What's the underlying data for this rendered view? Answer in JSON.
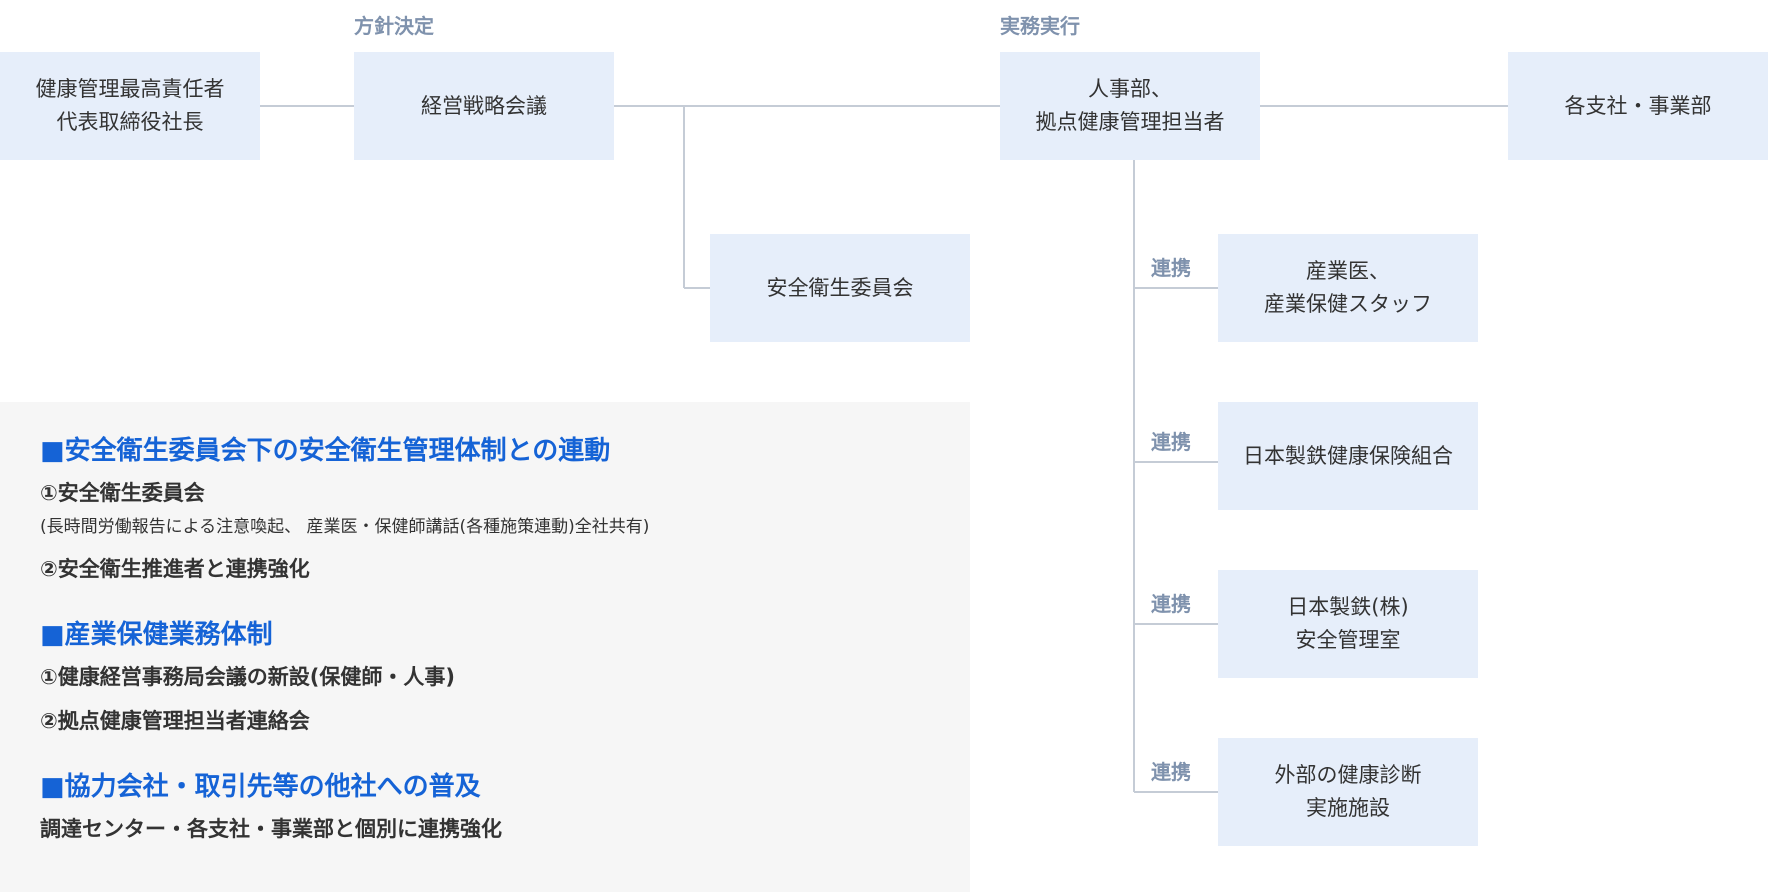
{
  "phases": {
    "policy": "方針決定",
    "execution": "実務実行"
  },
  "boxes": {
    "chief": [
      "健康管理最高責任者",
      "代表取締役社長"
    ],
    "strategy": [
      "経営戦略会議"
    ],
    "safety_committee": [
      "安全衛生委員会"
    ],
    "hr": [
      "人事部、",
      "拠点健康管理担当者"
    ],
    "branches": [
      "各支社・事業部"
    ],
    "occupational": [
      "産業医、",
      "産業保健スタッフ"
    ],
    "insurance": [
      "日本製鉄健康保険組合"
    ],
    "safety_office": [
      "日本製鉄(株)",
      "安全管理室"
    ],
    "checkup": [
      "外部の健康診断",
      "実施施設"
    ]
  },
  "link_label": "連携",
  "panel": {
    "sections": [
      {
        "title": "■安全衛生委員会下の安全衛生管理体制との連動",
        "items": [
          {
            "text": "①安全衛生委員会",
            "note": "(長時間労働報告による注意喚起、 産業医・保健師講話(各種施策連動)全社共有)"
          },
          {
            "text": "②安全衛生推進者と連携強化"
          }
        ]
      },
      {
        "title": "■産業保健業務体制",
        "items": [
          {
            "text": "①健康経営事務局会議の新設(保健師・人事)"
          },
          {
            "text": "②拠点健康管理担当者連絡会"
          }
        ]
      },
      {
        "title": "■協力会社・取引先等の他社への普及",
        "items": [
          {
            "text": "調達センター・各支社・事業部と個別に連携強化"
          }
        ]
      }
    ]
  },
  "colors": {
    "box_bg": "#e6eefa",
    "line": "#c5ccd6",
    "phase_text": "#7f92ad",
    "section_title": "#1563d6",
    "panel_bg": "#f6f6f6"
  }
}
